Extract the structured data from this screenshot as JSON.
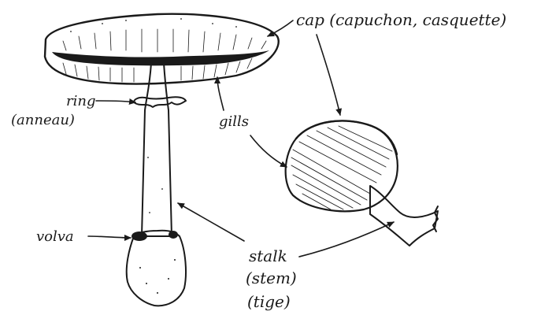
{
  "labels": {
    "cap": "cap (capuchon, casquette)",
    "ring_line1": "ring",
    "ring_line2": "(anneau)",
    "gills": "gills",
    "volva": "volva",
    "stalk_line1": "stalk",
    "stalk_line2": "(stem)",
    "stalk_line3": "(tige)"
  },
  "colors": {
    "ink": "#1a1a1a",
    "paper": "#ffffff",
    "tissue": "#f2f2f2"
  }
}
